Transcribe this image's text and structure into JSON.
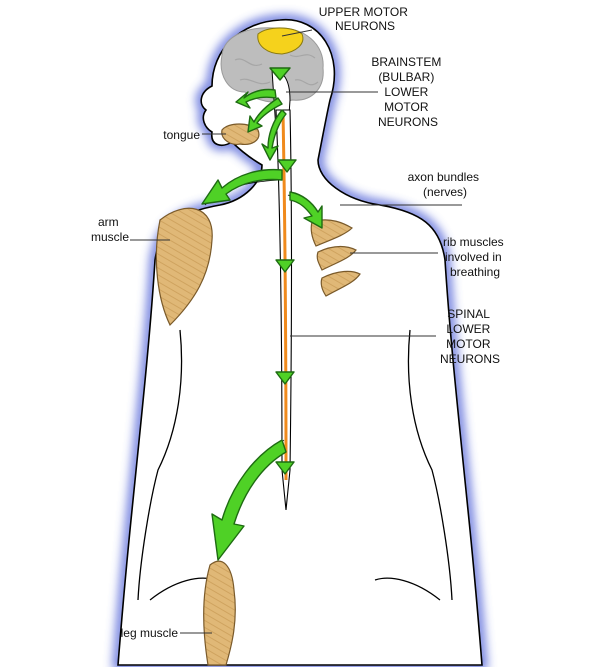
{
  "labels": {
    "upper_motor_neurons": [
      "UPPER MOTOR",
      "NEURONS"
    ],
    "brainstem_lower_motor_neurons": [
      "BRAINSTEM",
      "(BULBAR)",
      "LOWER",
      "MOTOR",
      "NEURONS"
    ],
    "tongue": [
      "tongue"
    ],
    "axon_bundles": [
      "axon bundles",
      "(nerves)"
    ],
    "arm_muscle": [
      "arm",
      "muscle"
    ],
    "rib_muscles": [
      "rib muscles",
      "involved in",
      "breathing"
    ],
    "spinal_lower_motor_neurons": [
      "SPINAL",
      "LOWER",
      "MOTOR",
      "NEURONS"
    ],
    "leg_muscle": [
      "leg muscle"
    ]
  },
  "colors": {
    "body_fill": "#ffffff",
    "body_outline": "#000000",
    "body_glow": "#4a5bd6",
    "brain": "#bdbdbd",
    "upper_motor_region": "#f5d21c",
    "muscle": "#e0b877",
    "spinal_cord": "#f08a1c",
    "arrow": "#4fd126"
  }
}
